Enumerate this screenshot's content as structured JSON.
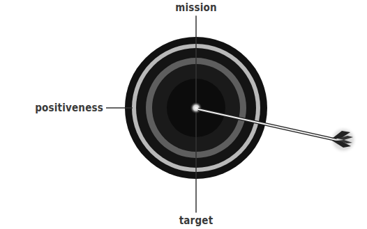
{
  "diagram": {
    "labels": [
      "mission",
      "positiveness",
      "target"
    ]
  }
}
